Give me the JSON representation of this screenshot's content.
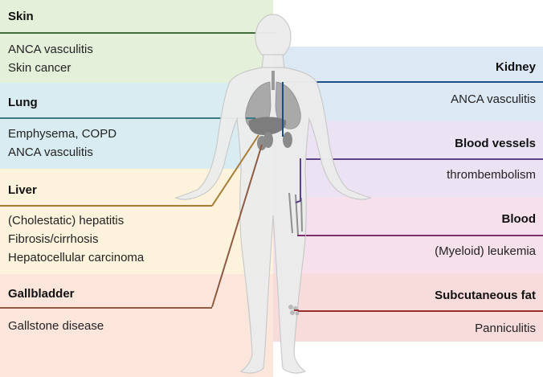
{
  "panels": {
    "skin": {
      "title": "Skin",
      "items": [
        "ANCA vasculitis",
        "Skin cancer"
      ],
      "color": "#e4f0d9",
      "line": "#3f6b3a"
    },
    "lung": {
      "title": "Lung",
      "items": [
        "Emphysema, COPD",
        "ANCA vasculitis"
      ],
      "color": "#d9ecf1",
      "line": "#3c7a82"
    },
    "liver": {
      "title": "Liver",
      "items": [
        "(Cholestatic) hepatitis",
        "Fibrosis/cirrhosis",
        "Hepatocellular carcinoma"
      ],
      "color": "#fdf3dd",
      "line": "#a77c35"
    },
    "gallbladder": {
      "title": "Gallbladder",
      "items": [
        "Gallstone disease"
      ],
      "color": "#fce6dc",
      "line": "#8e5a43"
    },
    "kidney": {
      "title": "Kidney",
      "items": [
        "ANCA vasculitis"
      ],
      "color": "#dde8f5",
      "line": "#1f4e85"
    },
    "blood_vessels": {
      "title": "Blood vessels",
      "items": [
        "thrombembolism"
      ],
      "color": "#ebe3f3",
      "line": "#5c4385"
    },
    "blood": {
      "title": "Blood",
      "items": [
        "(Myeloid) leukemia"
      ],
      "color": "#f6e0ec",
      "line": "#7e2f6b"
    },
    "subcutaneous_fat": {
      "title": "Subcutaneous fat",
      "items": [
        "Panniculitis"
      ],
      "color": "#f8dcdc",
      "line": "#9a2d2d"
    }
  }
}
